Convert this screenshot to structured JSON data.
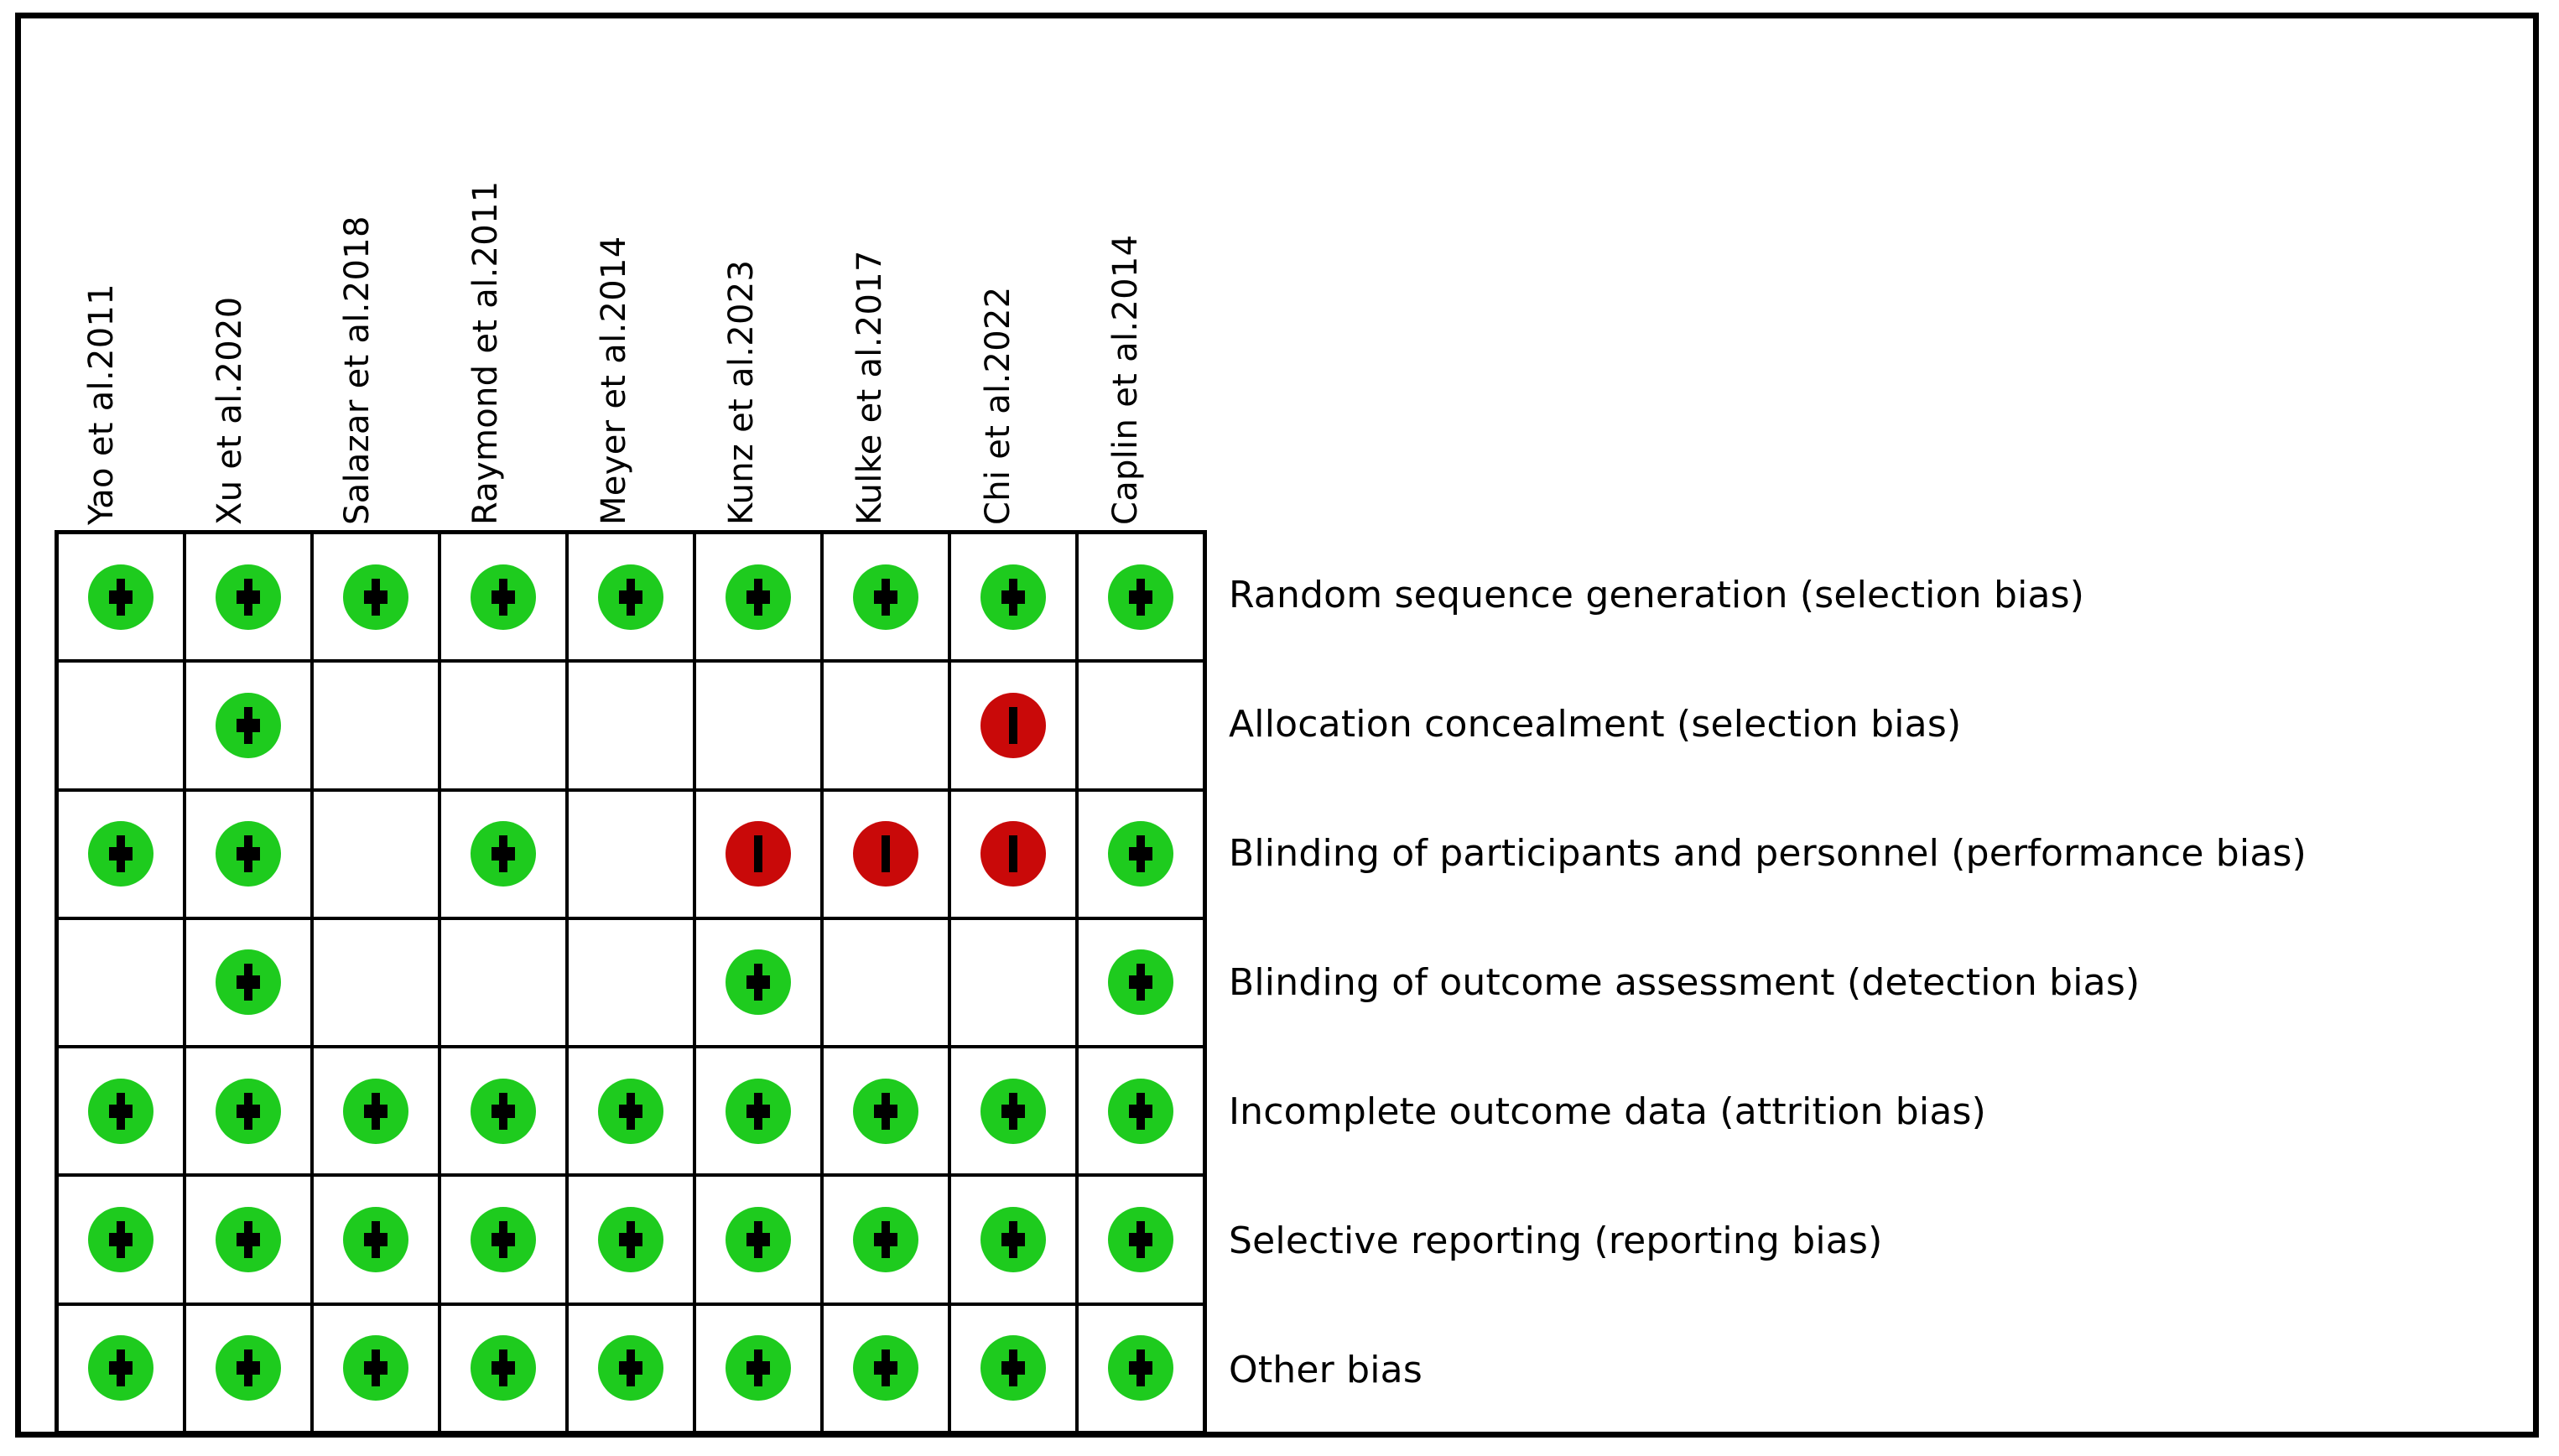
{
  "figure": {
    "type": "risk-of-bias-summary",
    "colors": {
      "low_risk": "#1ecb1e",
      "high_risk": "#c90909",
      "unclear_risk": "#ffffff",
      "border": "#000000",
      "text": "#000000"
    },
    "symbols": {
      "low_risk": "+",
      "high_risk": "-",
      "unclear_risk": ""
    }
  },
  "columns": [
    {
      "label": "Yao et al.2011",
      "author": "Yao",
      "year": "2011"
    },
    {
      "label": "Xu et al.2020",
      "author": "Xu",
      "year": "2020"
    },
    {
      "label": "Salazar et al.2018",
      "author": "Salazar",
      "year": "2018"
    },
    {
      "label": "Raymond et al.2011",
      "author": "Raymond",
      "year": "2011"
    },
    {
      "label": "Meyer et al.2014",
      "author": "Meyer",
      "year": "2014"
    },
    {
      "label": "Kunz et al.2023",
      "author": "Kunz",
      "year": "2023"
    },
    {
      "label": "Kulke et al.2017",
      "author": "Kulke",
      "year": "2017"
    },
    {
      "label": "Chi et al.2022",
      "author": "Chi",
      "year": "2022"
    },
    {
      "label": "Caplin et al.2014",
      "author": "Caplin",
      "year": "2014"
    }
  ],
  "rows": [
    {
      "label": "Random sequence generation (selection bias)",
      "judgements": [
        "low",
        "low",
        "low",
        "low",
        "low",
        "low",
        "low",
        "low",
        "low"
      ]
    },
    {
      "label": "Allocation concealment (selection bias)",
      "judgements": [
        "unclear",
        "low",
        "unclear",
        "unclear",
        "unclear",
        "unclear",
        "unclear",
        "high",
        "unclear"
      ]
    },
    {
      "label": "Blinding of participants and personnel (performance bias)",
      "judgements": [
        "low",
        "low",
        "unclear",
        "low",
        "unclear",
        "high",
        "high",
        "high",
        "low"
      ]
    },
    {
      "label": "Blinding of outcome assessment (detection bias)",
      "judgements": [
        "unclear",
        "low",
        "unclear",
        "unclear",
        "unclear",
        "low",
        "unclear",
        "unclear",
        "low"
      ]
    },
    {
      "label": "Incomplete outcome data (attrition bias)",
      "judgements": [
        "low",
        "low",
        "low",
        "low",
        "low",
        "low",
        "low",
        "low",
        "low"
      ]
    },
    {
      "label": "Selective reporting (reporting bias)",
      "judgements": [
        "low",
        "low",
        "low",
        "low",
        "low",
        "low",
        "low",
        "low",
        "low"
      ]
    },
    {
      "label": "Other bias",
      "judgements": [
        "low",
        "low",
        "low",
        "low",
        "low",
        "low",
        "low",
        "low",
        "low"
      ]
    }
  ]
}
